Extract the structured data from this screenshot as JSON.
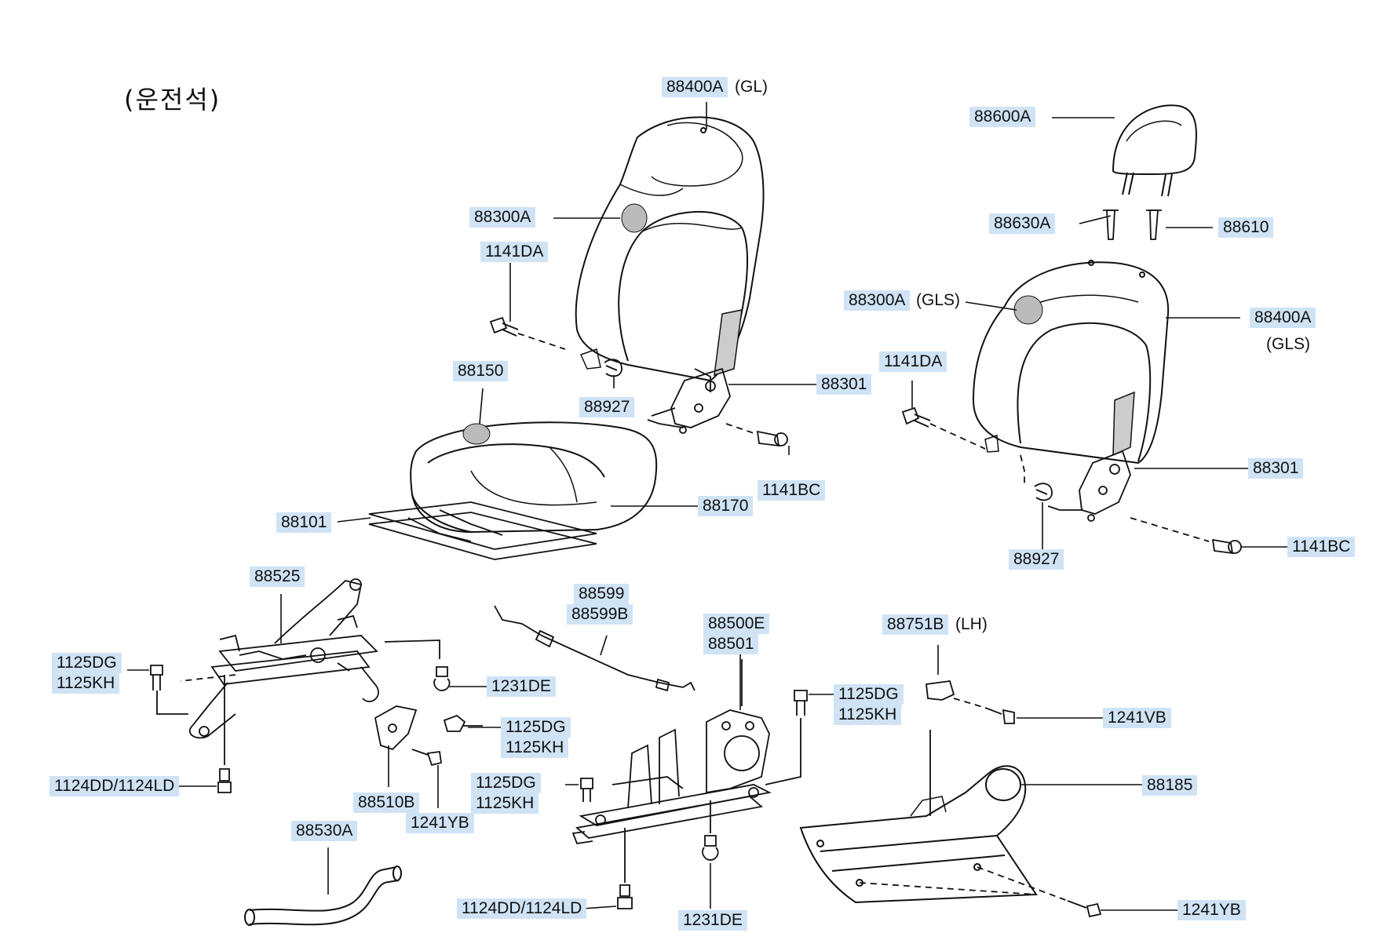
{
  "title": "(운전석)",
  "labels": {
    "p88400A_gl": "88400A",
    "p88600A": "88600A",
    "p88300A_l": "88300A",
    "p1141DA_l": "1141DA",
    "p88630A": "88630A",
    "p88610": "88610",
    "p88300A_gls": "88300A",
    "p88400A_gls": "88400A",
    "p88150": "88150",
    "p1141DA_r": "1141DA",
    "p88301_l": "88301",
    "p88927_l": "88927",
    "p1141BC_l": "1141BC",
    "p88101": "88101",
    "p88170": "88170",
    "p88301_r": "88301",
    "p88927_r": "88927",
    "p1141BC_r": "1141BC",
    "p88525": "88525",
    "p88599": "88599",
    "p88599B": "88599B",
    "p88500E": "88500E",
    "p88501": "88501",
    "p88751B": "88751B",
    "p1125DG_a": "1125DG",
    "p1125KH_a": "1125KH",
    "p1231DE_a": "1231DE",
    "p1125DG_r": "1125DG",
    "p1125KH_r": "1125KH",
    "p1241VB": "1241VB",
    "p1125DG_b": "1125DG",
    "p1125KH_b": "1125KH",
    "p88185": "88185",
    "p1125DG_c": "1125DG",
    "p1125KH_c": "1125KH",
    "p1124DD_a": "1124DD/1124LD",
    "p88510B": "88510B",
    "p1241YB_a": "1241YB",
    "p88530A": "88530A",
    "p1124DD_b": "1124DD/1124LD",
    "p1231DE_b": "1231DE",
    "p1241YB_b": "1241YB"
  },
  "suffixes": {
    "gl": "(GL)",
    "gls_a": "(GLS)",
    "gls_b": "(GLS)",
    "lh": "(LH)"
  },
  "colors": {
    "label_bg": "#cfe3f5",
    "line": "#111111"
  }
}
